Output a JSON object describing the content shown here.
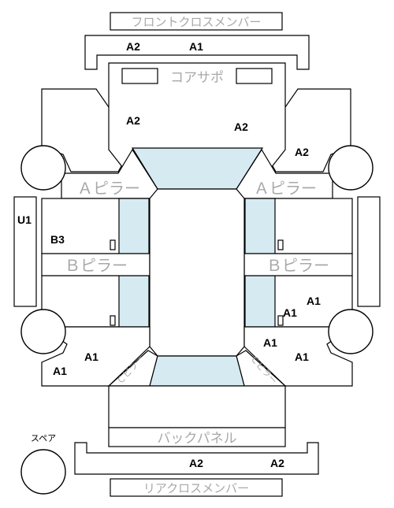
{
  "labels": {
    "front_cross_member": "フロントクロスメンバー",
    "core_support": "コアサポ",
    "a_pillar_left": "Ａピラー",
    "a_pillar_right": "Ａピラー",
    "b_pillar_left": "Ｂピラー",
    "b_pillar_right": "Ｂピラー",
    "c_pillar_left": "Ｃピラー",
    "c_pillar_right": "Ｃピラー",
    "back_panel": "バックパネル",
    "rear_cross_member": "リアクロスメンバー",
    "spare": "スペア"
  },
  "grades": {
    "front_member_left": "A2",
    "front_member_right": "A1",
    "front_left_area": "A2",
    "front_center_area": "A2",
    "front_right_fender": "A2",
    "side_sill": "U1",
    "left_front_door": "B3",
    "right_rear_door_upper": "A1",
    "right_rear_door_lower": "A1",
    "right_rear_quarter_inner": "A1",
    "right_rear_quarter": "A1",
    "left_rear_quarter_inner": "A1",
    "left_rear_quarter": "A1",
    "rear_member_left": "A2",
    "rear_member_right": "A2"
  }
}
